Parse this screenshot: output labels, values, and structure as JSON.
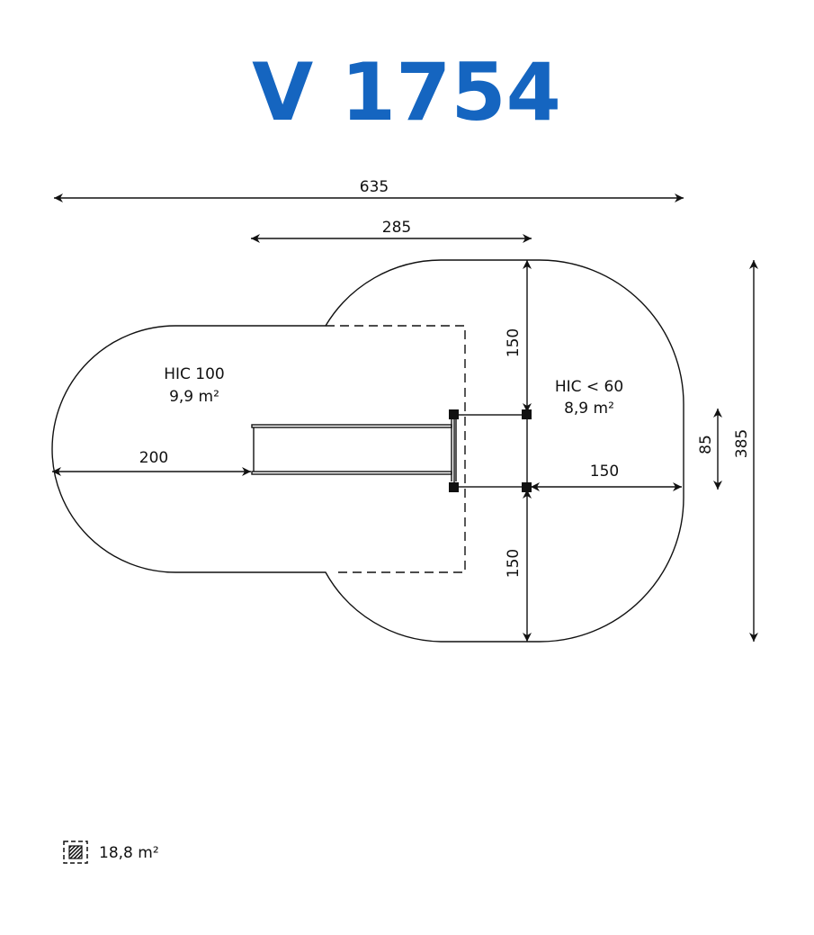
{
  "title": "V 1754",
  "dimensions": {
    "total_width": "635",
    "tower_offset": "285",
    "upper_depth": "150",
    "lower_depth": "150",
    "slide_run": "200",
    "right_clearance": "150",
    "tower_depth": "85",
    "total_depth": "385"
  },
  "zones": {
    "slide": {
      "hic": "HIC 100",
      "area": "9,9 m²"
    },
    "tower": {
      "hic": "HIC < 60",
      "area": "8,9 m²"
    }
  },
  "legend": {
    "icon": "hatched-area-icon",
    "total_area": "18,8 m²"
  },
  "colors": {
    "title": "#1565c0",
    "lines": "#111111"
  }
}
